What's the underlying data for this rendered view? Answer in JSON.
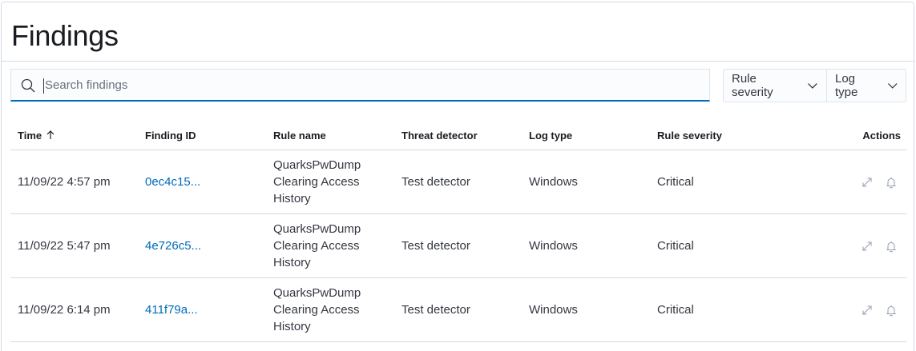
{
  "page": {
    "title": "Findings"
  },
  "search": {
    "placeholder": "Search findings",
    "value": ""
  },
  "filters": [
    {
      "label": "Rule severity"
    },
    {
      "label": "Log type"
    }
  ],
  "table": {
    "columns": [
      "Time",
      "Finding ID",
      "Rule name",
      "Threat detector",
      "Log type",
      "Rule severity",
      "Actions"
    ],
    "sort": {
      "column": "Time",
      "direction": "ascending"
    },
    "rows": [
      {
        "time": "11/09/22 4:57 pm",
        "finding_id": "0ec4c15...",
        "rule_name": "QuarksPwDump Clearing Access History",
        "threat_detector": "Test detector",
        "log_type": "Windows",
        "severity": "Critical"
      },
      {
        "time": "11/09/22 5:47 pm",
        "finding_id": "4e726c5...",
        "rule_name": "QuarksPwDump Clearing Access History",
        "threat_detector": "Test detector",
        "log_type": "Windows",
        "severity": "Critical"
      },
      {
        "time": "11/09/22 6:14 pm",
        "finding_id": "411f79a...",
        "rule_name": "QuarksPwDump Clearing Access History",
        "threat_detector": "Test detector",
        "log_type": "Windows",
        "severity": "Critical"
      }
    ],
    "row_actions": [
      "expand-icon",
      "bell-icon"
    ]
  },
  "colors": {
    "accent": "#006bb8",
    "border": "#d3dae6",
    "text": "#343741",
    "icon_muted": "#98a2b3"
  }
}
